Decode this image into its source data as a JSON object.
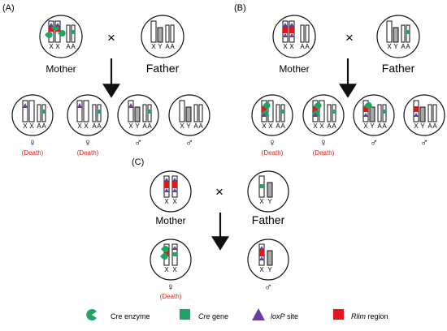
{
  "panels": [
    {
      "label": "(A)",
      "mother": "Mother",
      "father": "Father",
      "cross": "×",
      "parent_chroms": {
        "mother": [
          "X",
          "X",
          "A",
          "A"
        ],
        "father": [
          "X",
          "Y",
          "A",
          "A"
        ]
      },
      "offspring": [
        {
          "chroms": [
            "X",
            "X",
            "A",
            "A"
          ],
          "sex": "♀",
          "note": "(Death)"
        },
        {
          "chroms": [
            "X",
            "X",
            "A",
            "A"
          ],
          "sex": "♀",
          "note": "(Death)"
        },
        {
          "chroms": [
            "X",
            "Y",
            "A",
            "A"
          ],
          "sex": "♂",
          "note": ""
        },
        {
          "chroms": [
            "X",
            "Y",
            "A",
            "A"
          ],
          "sex": "♂",
          "note": ""
        }
      ]
    },
    {
      "label": "(B)",
      "mother": "Mother",
      "father": "Father",
      "cross": "×",
      "parent_chroms": {
        "mother": [
          "X",
          "X",
          "A",
          "A"
        ],
        "father": [
          "X",
          "Y",
          "A",
          "A"
        ]
      },
      "offspring": [
        {
          "chroms": [
            "X",
            "X",
            "A",
            "A"
          ],
          "sex": "♀",
          "note": "(Death)"
        },
        {
          "chroms": [
            "X",
            "X",
            "A",
            "A"
          ],
          "sex": "♀",
          "note": "(Death)"
        },
        {
          "chroms": [
            "X",
            "Y",
            "A",
            "A"
          ],
          "sex": "♂",
          "note": ""
        },
        {
          "chroms": [
            "X",
            "Y",
            "A",
            "A"
          ],
          "sex": "♂",
          "note": ""
        }
      ]
    },
    {
      "label": "(C)",
      "mother": "Mother",
      "father": "Father",
      "cross": "×",
      "parent_chroms": {
        "mother": [
          "X",
          "X"
        ],
        "father": [
          "X",
          "Y"
        ]
      },
      "offspring": [
        {
          "chroms": [
            "X",
            "X"
          ],
          "sex": "♀",
          "note": "(Death)"
        },
        {
          "chroms": [
            "X",
            "Y"
          ],
          "sex": "♂",
          "note": ""
        }
      ]
    }
  ],
  "legend": [
    {
      "icon": "cre-enzyme-icon",
      "label": "Cre enzyme",
      "italic": false
    },
    {
      "icon": "cre-gene-icon",
      "label": "Cre",
      "suffix": " gene",
      "italic": true
    },
    {
      "icon": "loxp-site-icon",
      "label": "loxP",
      "suffix": " site",
      "italic": true
    },
    {
      "icon": "rlim-region-icon",
      "label": "Rlim",
      "suffix": " region",
      "italic": true
    }
  ],
  "colors": {
    "cre": "#1fa560",
    "loxp": "#6a3d9a",
    "rlim": "#e8141c",
    "death": "#d8231f",
    "y_chrom": "#a8a8a8",
    "ink": "#111111"
  }
}
